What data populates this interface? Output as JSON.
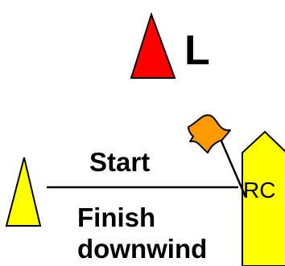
{
  "diagram": {
    "mark_label": "L",
    "start_label": "Start",
    "finish_label_line1": "Finish",
    "finish_label_line2": "downwind",
    "committee_boat_label": "RC"
  },
  "colors": {
    "windward_mark": "#ff0000",
    "pin_mark": "#ffff00",
    "committee_boat": "#ffff00",
    "flag": "#ff9900",
    "outline": "#000000",
    "background": "#ffffff"
  },
  "icons": {
    "windward_mark": "red-triangle-mark-icon",
    "pin_mark": "yellow-triangle-mark-icon",
    "committee_boat": "committee-boat-icon",
    "flag": "orange-flag-icon"
  }
}
